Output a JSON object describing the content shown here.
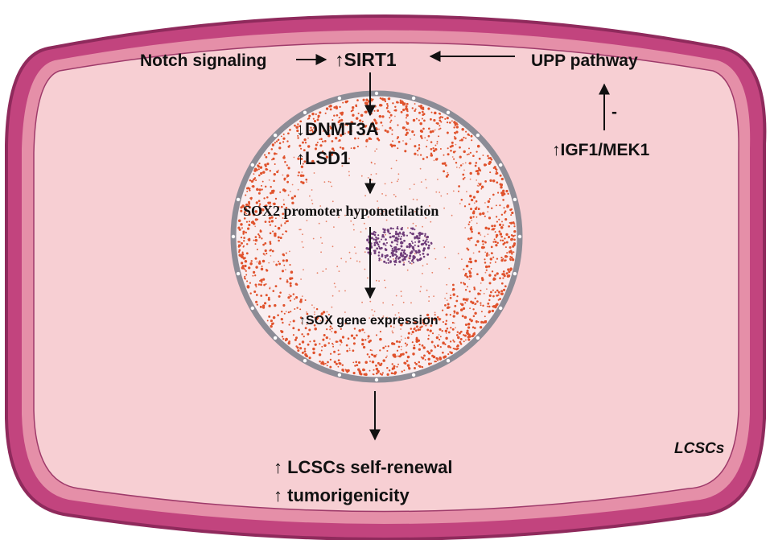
{
  "labels": {
    "notch": "Notch signaling",
    "sirt1": "↑SIRT1",
    "upp": "UPP pathway",
    "minus": "-",
    "igf1": "↑IGF1/MEK1",
    "dnmt3a": "↓DNMT3A",
    "lsd1": "↑LSD1",
    "sox2": "SOX2 promoter hypometilation",
    "sox_expr": "↑SOX gene expression",
    "self_renewal": "↑ LCSCs self-renewal",
    "tumorigenicity": "↑ tumorigenicity",
    "cell_type": "LCSCs"
  },
  "colors": {
    "membrane_outer": "#c2447e",
    "membrane_inner": "#e58fa8",
    "cytoplasm": "#f7cfd3",
    "nucleus_fill": "#f9eef0",
    "nuclear_envelope": "#8c8c96",
    "chromatin": "#e0522c",
    "nucleolus": "#6f3d7a"
  }
}
